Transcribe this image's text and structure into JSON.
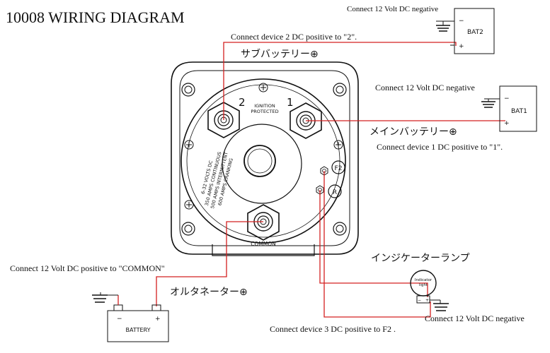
{
  "title": "10008 WIRING DIAGRAM",
  "switch": {
    "terminal_2": "2",
    "terminal_1": "1",
    "ignition_line1": "IGNITION",
    "ignition_line2": "PROTECTED",
    "rating_lines": [
      "6-32 VOLTS DC",
      "350 AMPS CONTINUOUS",
      "500 AMPS INTERMITTENT",
      "600 AMPS CRANKING"
    ],
    "f2_label": "F2",
    "r_label": "R",
    "common_label": "COMMON"
  },
  "batteries": {
    "bat2": {
      "name": "BAT2",
      "neg": "−",
      "pos": "+"
    },
    "bat1": {
      "name": "BAT1",
      "neg": "−",
      "pos": "+"
    },
    "battery": {
      "name": "BATTERY",
      "neg": "−",
      "pos": "+"
    }
  },
  "indicator": {
    "line1": "Indicator",
    "line2": "light",
    "neg": "−",
    "pos": "+"
  },
  "annotations": {
    "bat2_negative": "Connect 12 Volt DC negative",
    "device2_positive": "Connect device 2 DC positive to  \"2\".",
    "sub_battery": "サブバッテリー⊕",
    "bat1_negative": "Connect 12 Volt DC negative",
    "main_battery": "メインバッテリー⊕",
    "device1_positive": "Connect device 1 DC positive to  \"1\".",
    "common_positive": "Connect 12 Volt DC positive to \"COMMON\"",
    "alternator": "オルタネーター⊕",
    "indicator_lamp": "インジケーターランプ",
    "indicator_negative": "Connect 12 Volt DC negative",
    "device3_positive": "Connect device 3 DC positive to  F2 ."
  },
  "colors": {
    "wire": "#d42020",
    "line": "#111111"
  }
}
